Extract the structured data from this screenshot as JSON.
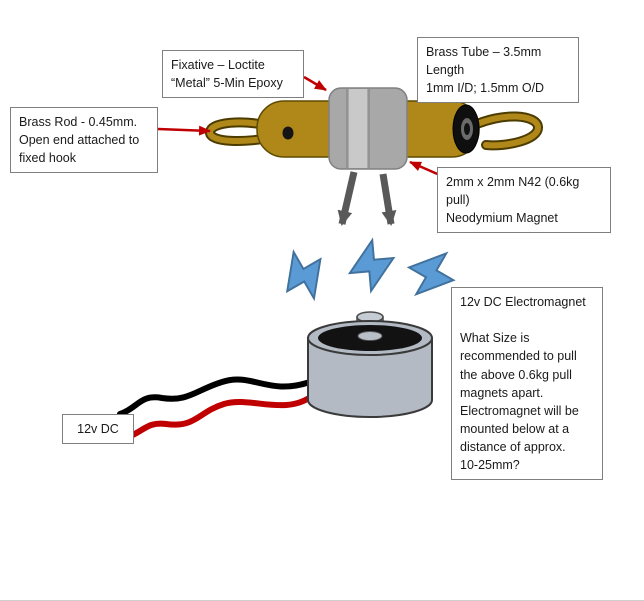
{
  "callouts": {
    "fixative": {
      "text": "Fixative – Loctite\n“Metal” 5-Min Epoxy"
    },
    "brass_tube": {
      "text": "Brass Tube – 3.5mm  Length\n1mm I/D; 1.5mm O/D"
    },
    "brass_rod": {
      "text": "Brass Rod - 0.45mm.\nOpen end attached to\nfixed hook"
    },
    "magnet": {
      "text": "2mm x 2mm N42 (0.6kg  pull)\nNeodymium Magnet"
    },
    "electromagnet": {
      "text": "12v DC Electromagnet\n\nWhat Size is\nrecommended to pull\nthe above 0.6kg pull\nmagnets apart.\nElectromagnet will be\nmounted below at a\ndistance of approx.\n10-25mm?"
    },
    "power": {
      "text": "12v DC"
    }
  },
  "colors": {
    "brass": "#b0881a",
    "brass_dark": "#4d3c00",
    "epoxy_gray": "#a8a8a8",
    "epoxy_gray_light": "#c9c9c9",
    "arrow_red": "#c00000",
    "arrow_gray": "#595959",
    "bolt_blue": "#5b9bd5",
    "bolt_blue_dark": "#41719c",
    "metal_gray": "#b3bac3",
    "top_black": "#121212",
    "wire_black": "#000000",
    "wire_red": "#c00000"
  }
}
